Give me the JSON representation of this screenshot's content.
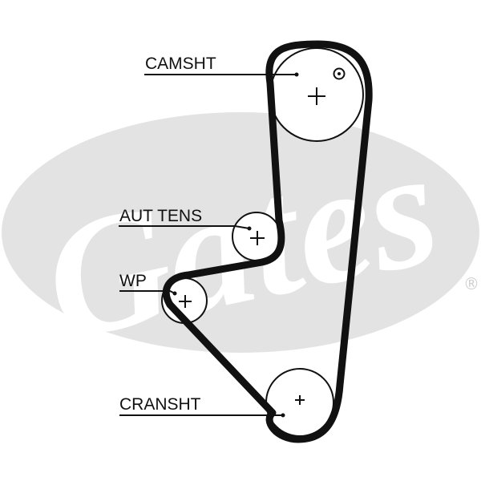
{
  "watermark": {
    "brand": "Gates",
    "mark": "®"
  },
  "labels": {
    "camshaft": "CAMSHT",
    "tensioner": "AUT TENS",
    "water_pump": "WP",
    "crankshaft": "CRANSHT"
  },
  "colors": {
    "ink": "#111111",
    "watermark_ellipse": "#e3e3e3",
    "watermark_text": "#ffffff"
  }
}
